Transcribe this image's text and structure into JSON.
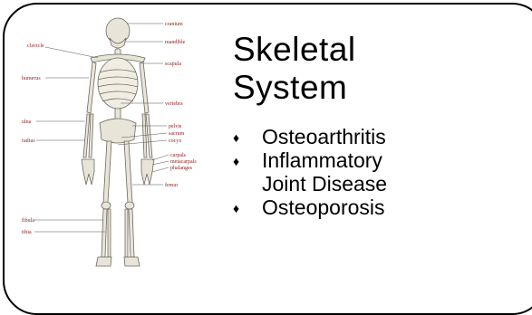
{
  "slide": {
    "title_line1": "Skeletal",
    "title_line2": "System",
    "bullets": [
      {
        "text": "Osteoarthritis",
        "cont": ""
      },
      {
        "text": "Inflammatory",
        "cont": "Joint Disease"
      },
      {
        "text": "Osteoporosis",
        "cont": ""
      }
    ],
    "bullet_glyph": "♦"
  },
  "figure": {
    "labels": {
      "cranium": "cranium",
      "mandible": "mandible",
      "clavicle": "clavicle",
      "scapula": "scapula",
      "humerus": "humerus",
      "vertebra": "vertebra",
      "ulna": "ulna",
      "pelvis": "pelvis",
      "sacrum": "sacrum",
      "coccyx": "cocyx",
      "radius": "radius",
      "carpals": "carpals",
      "metacarpals": "metacarpals",
      "phalanges": "phalanges",
      "femur": "femur",
      "fibula": "fibula",
      "tibia": "tibia"
    },
    "colors": {
      "label": "#8b1a1a",
      "bone": "#e9e4d8",
      "bone_line": "#6d6a60"
    }
  }
}
